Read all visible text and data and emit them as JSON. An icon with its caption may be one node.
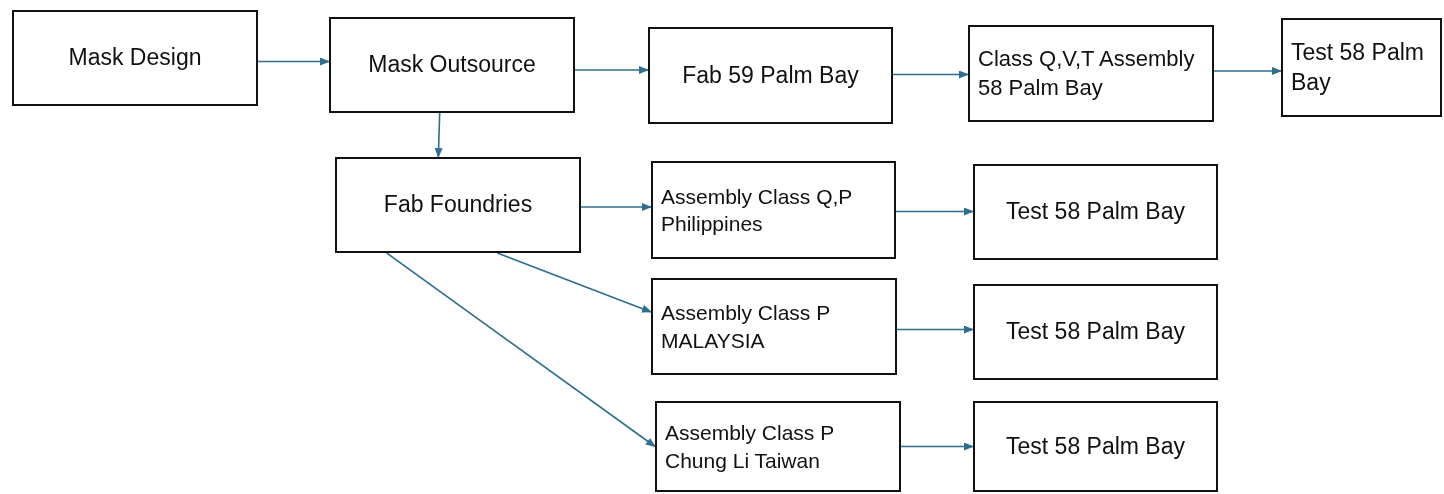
{
  "diagram": {
    "nodes": [
      {
        "text": [
          "Mask Design"
        ]
      },
      {
        "text": [
          "Mask Outsource"
        ]
      },
      {
        "text": [
          "Fab 59 Palm Bay"
        ]
      },
      {
        "text": [
          "Class Q,V,T Assembly 58 Palm Bay"
        ]
      },
      {
        "text": [
          "Test 58 Palm Bay"
        ]
      },
      {
        "text": [
          "Fab Foundries"
        ]
      },
      {
        "text": [
          "Assembly Class Q,P Philippines"
        ]
      },
      {
        "text": [
          "Test 58 Palm Bay"
        ]
      },
      {
        "text": [
          "Assembly Class P MALAYSIA"
        ]
      },
      {
        "text": [
          "Test 58 Palm Bay"
        ]
      },
      {
        "text": [
          "Assembly Class P Chung Li Taiwan"
        ]
      },
      {
        "text": [
          "Test 58 Palm Bay"
        ]
      }
    ],
    "edges": [
      {
        "from": 0,
        "to": 1,
        "arrow": "to"
      },
      {
        "from": 1,
        "to": 2,
        "arrow": "to"
      },
      {
        "from": 2,
        "to": 3,
        "arrow": "to"
      },
      {
        "from": 3,
        "to": 4,
        "arrow": "to"
      },
      {
        "from": 1,
        "to": 5,
        "arrow": "to"
      },
      {
        "from": 5,
        "to": 6,
        "arrow": "to"
      },
      {
        "from": 6,
        "to": 7,
        "arrow": "to"
      },
      {
        "from": 5,
        "to": 8,
        "arrow": "to"
      },
      {
        "from": 8,
        "to": 9,
        "arrow": "to"
      },
      {
        "from": 5,
        "to": 10,
        "arrow": "to"
      },
      {
        "from": 10,
        "to": 11,
        "arrow": "to"
      }
    ]
  }
}
